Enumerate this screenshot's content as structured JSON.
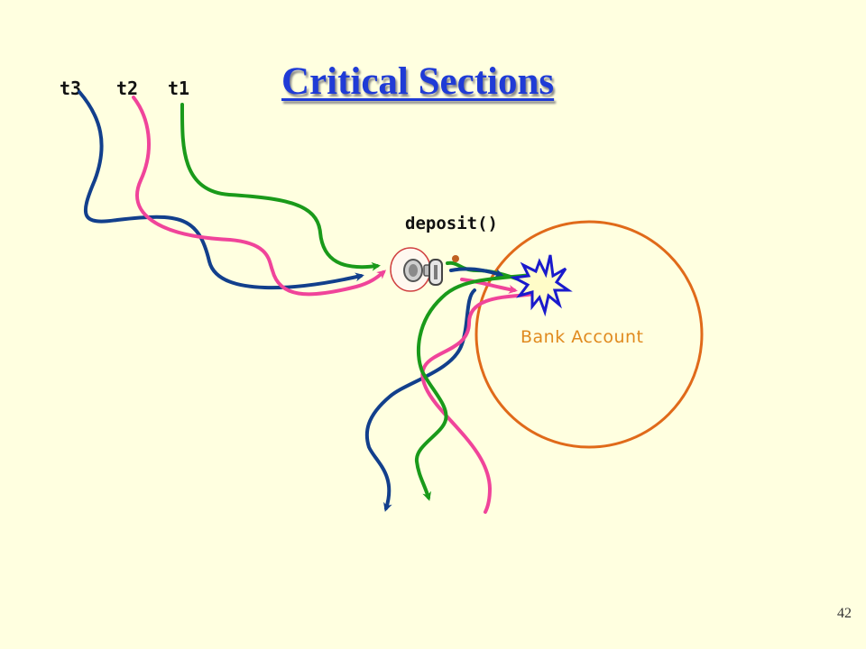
{
  "slide": {
    "title": "Critical Sections",
    "page_number": "42"
  },
  "threads": [
    {
      "label": "t3",
      "color": "#123f8c"
    },
    {
      "label": "t2",
      "color": "#f0449a"
    },
    {
      "label": "t1",
      "color": "#1a9a1a"
    }
  ],
  "diagram": {
    "method_label": "deposit()",
    "resource_label": "Bank Account",
    "resource_color": "#e06a1a",
    "lock_icon": "padlock-key-icon",
    "conflict_icon": "starburst-collision-icon"
  }
}
